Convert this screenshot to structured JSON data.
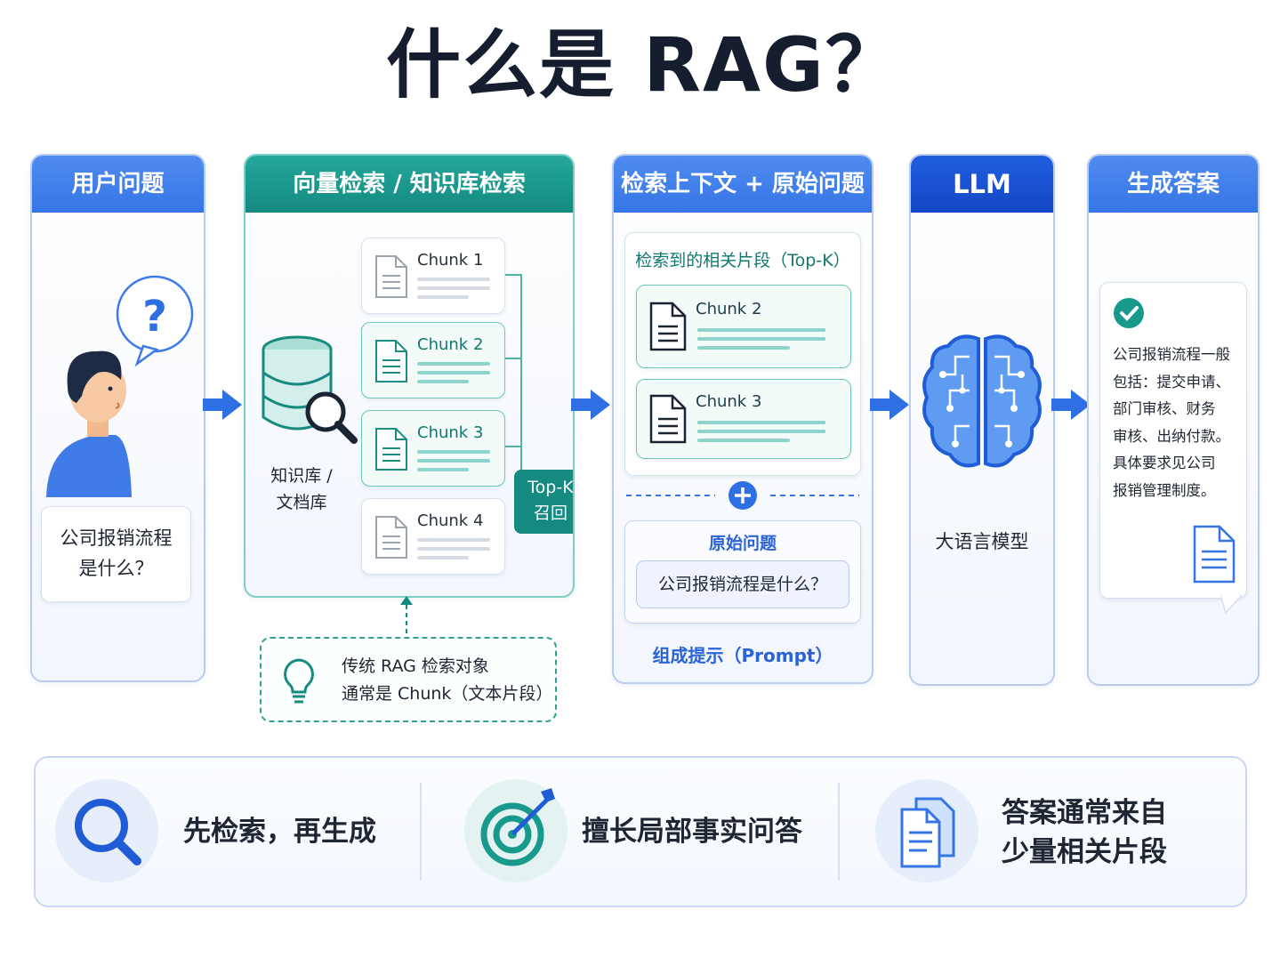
{
  "title": "什么是 RAG？",
  "columns": {
    "user": {
      "header": "用户问题",
      "question": "公司报销流程\n是什么？"
    },
    "retrieval": {
      "header": "向量检索 / 知识库检索",
      "db_label": "知识库 /\n文档库",
      "chunks": [
        "Chunk 1",
        "Chunk 2",
        "Chunk 3",
        "Chunk 4"
      ],
      "topk": "Top-K\n召回",
      "note": "传统 RAG 检索对象\n通常是 Chunk（文本片段）"
    },
    "context": {
      "header": "检索上下文 + 原始问题",
      "topk_title": "检索到的相关片段（Top-K）",
      "chunks": [
        "Chunk 2",
        "Chunk 3"
      ],
      "original_title": "原始问题",
      "original_question": "公司报销流程是什么？",
      "prompt": "组成提示（Prompt）"
    },
    "llm": {
      "header": "LLM",
      "label": "大语言模型"
    },
    "answer": {
      "header": "生成答案",
      "text": "公司报销流程一般\n包括：提交申请、\n部门审核、财务\n审核、出纳付款。\n具体要求见公司\n报销管理制度。"
    }
  },
  "features": [
    {
      "icon": "search-icon",
      "text": "先检索，再生成"
    },
    {
      "icon": "target-icon",
      "text": "擅长局部事实问答"
    },
    {
      "icon": "documents-icon",
      "text": "答案通常来自\n少量相关片段"
    }
  ],
  "colors": {
    "blue": "#3575e6",
    "teal": "#148a80",
    "navy": "#1447c4"
  }
}
